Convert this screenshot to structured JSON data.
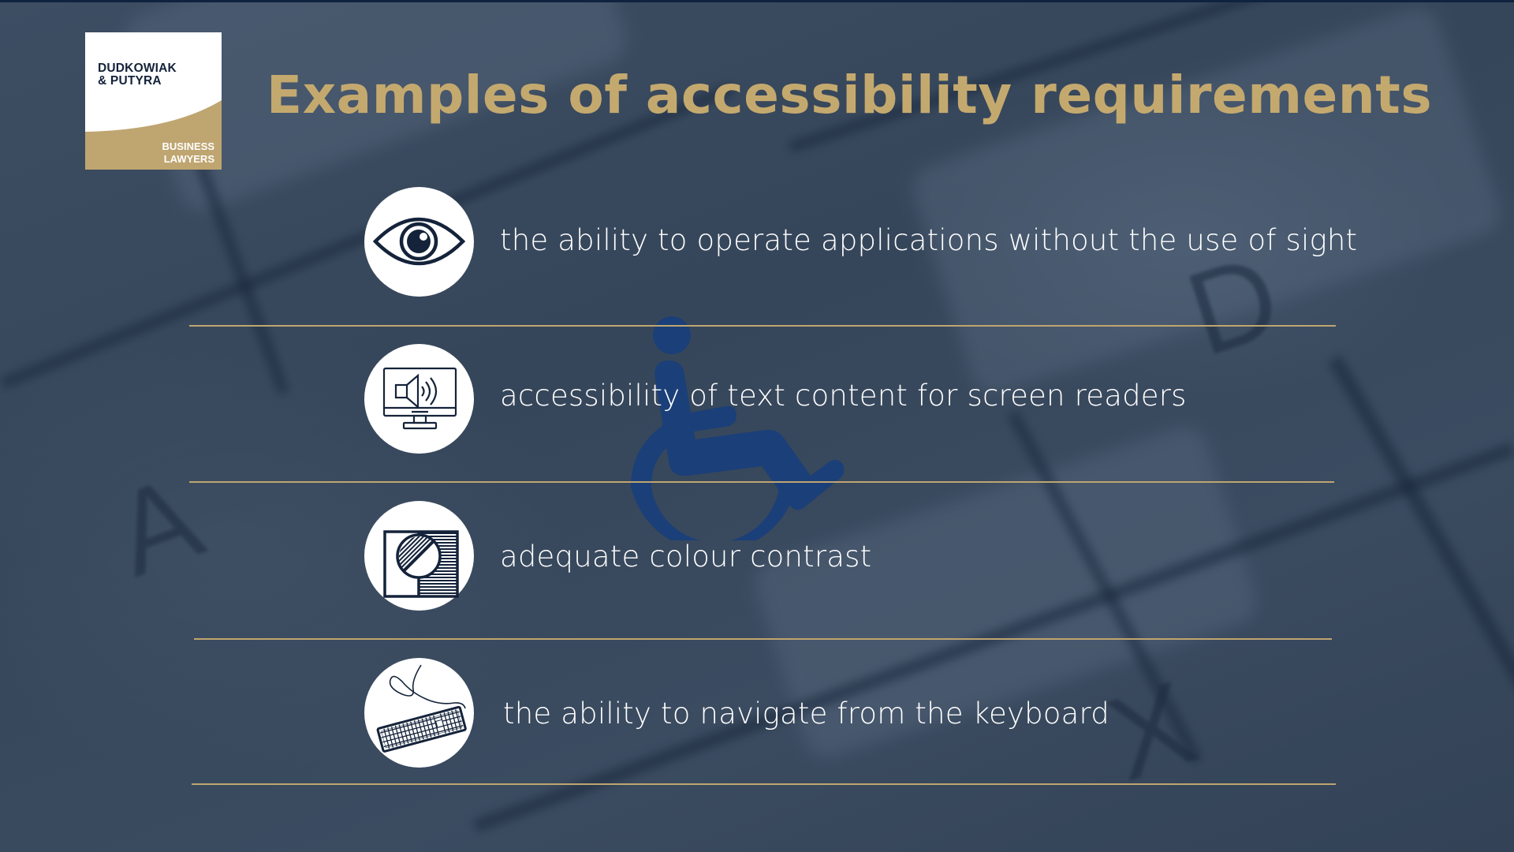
{
  "logo": {
    "name_line1": "DUDKOWIAK",
    "name_line2": "& PUTYRA",
    "tag_line1": "BUSINESS",
    "tag_line2": "LAWYERS"
  },
  "title": "Examples of accessibility requirements",
  "items": [
    {
      "icon": "eye-icon",
      "label": "the ability to operate applications without the use of sight"
    },
    {
      "icon": "monitor-speaker-icon",
      "label": "accessibility of text content for screen readers"
    },
    {
      "icon": "contrast-icon",
      "label": "adequate colour contrast"
    },
    {
      "icon": "keyboard-icon",
      "label": "the ability to navigate from the keyboard"
    }
  ],
  "background": {
    "key_letters": [
      "A",
      "D",
      "X"
    ]
  },
  "colors": {
    "gold": "#bfa570",
    "title_gold": "#c4a96f",
    "navy": "#14233a",
    "background": "#3a4a5e",
    "wheelchair_blue": "#1b3f78"
  }
}
